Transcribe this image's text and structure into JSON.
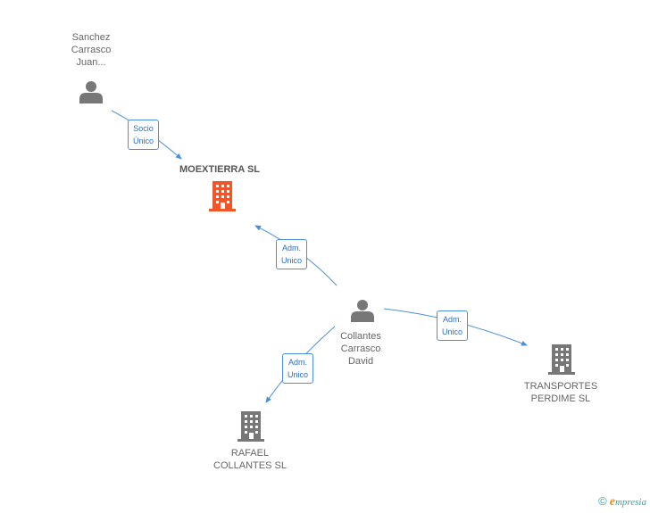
{
  "nodes": {
    "sanchez": {
      "label_lines": [
        "Sanchez",
        "Carrasco",
        "Juan..."
      ]
    },
    "moextierra": {
      "label_lines": [
        "MOEXTIERRA SL"
      ]
    },
    "collantes": {
      "label_lines": [
        "Collantes",
        "Carrasco",
        "David"
      ]
    },
    "transportes": {
      "label_lines": [
        "TRANSPORTES",
        "PERDIME SL"
      ]
    },
    "rafael": {
      "label_lines": [
        "RAFAEL",
        "COLLANTES SL"
      ]
    }
  },
  "edges": {
    "socio_unico": {
      "lines": [
        "Socio",
        "Único"
      ]
    },
    "adm_moextierra": {
      "lines": [
        "Adm.",
        "Unico"
      ]
    },
    "adm_transportes": {
      "lines": [
        "Adm.",
        "Unico"
      ]
    },
    "adm_rafael": {
      "lines": [
        "Adm.",
        "Unico"
      ]
    }
  },
  "colors": {
    "main_company": "#f0562a",
    "company": "#777777",
    "person": "#777777",
    "edge": "#4a90d9"
  },
  "footer": {
    "copyright": "©",
    "brand_initial": "e",
    "brand_rest": "mpresia"
  }
}
